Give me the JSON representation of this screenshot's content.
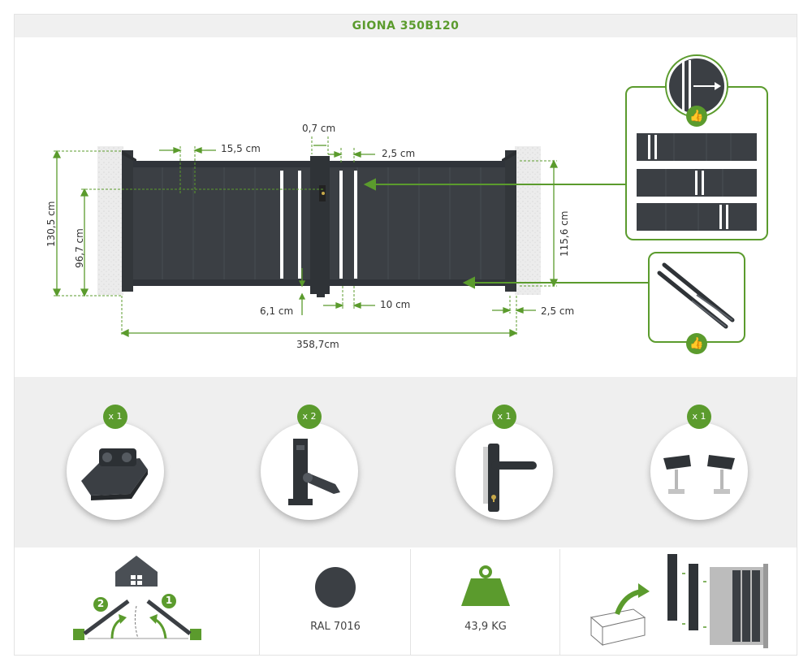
{
  "title": "GIONA 350B120",
  "dimensions": {
    "total_height": "130,5 cm",
    "inner_height": "96,7 cm",
    "right_height": "115,6 cm",
    "board_width": "15,5 cm",
    "center_gap": "0,7 cm",
    "slot_width": "2,5 cm",
    "bottom_offset": "6,1 cm",
    "slot_gap": "10 cm",
    "side_gap": "2,5 cm",
    "total_width": "358,7cm"
  },
  "accessories": [
    {
      "qty": "x 1",
      "icon": "hinge-icon"
    },
    {
      "qty": "x 2",
      "icon": "gate-stop-icon"
    },
    {
      "qty": "x 1",
      "icon": "handle-lock-icon"
    },
    {
      "qty": "x 1",
      "icon": "end-stop-icon"
    }
  ],
  "features": {
    "opening_step_1": "1",
    "opening_step_2": "2",
    "color": "RAL 7016",
    "color_hex": "#3b3f44",
    "weight": "43,9 KG"
  },
  "colors": {
    "accent": "#5b9b2d",
    "panel": "#3b3f44"
  }
}
